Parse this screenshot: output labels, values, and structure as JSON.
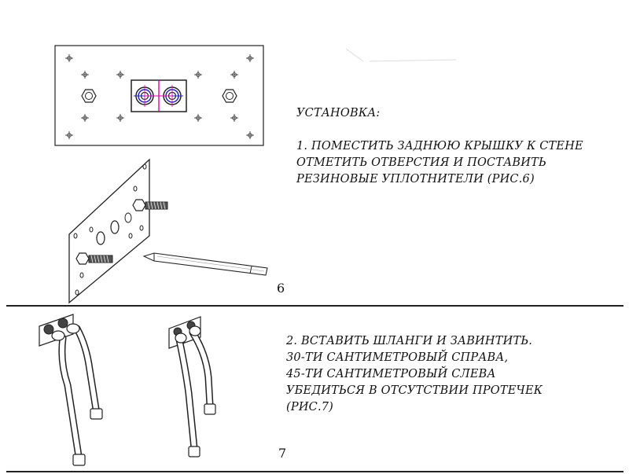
{
  "section1": {
    "heading": "УСТАНОВКА:",
    "lines": [
      "1. ПОМЕСТИТЬ ЗАДНЮЮ КРЫШКУ К СТЕНЕ",
      "ОТМЕТИТЬ ОТВЕРСТИЯ И ПОСТАВИТЬ",
      "РЕЗИНОВЫЕ УПЛОТНИТЕЛИ (РИС.6)"
    ],
    "figure_number": "6"
  },
  "section2": {
    "lines": [
      "2. ВСТАВИТЬ ШЛАНГИ И ЗАВИНТИТЬ.",
      "30-ТИ САНТИМЕТРОВЫЙ СПРАВА,",
      "45-ТИ САНТИМЕТРОВЫЙ СЛЕВА",
      "УБЕДИТЬСЯ В ОТСУТСТВИИ ПРОТЕЧЕК",
      "(РИС.7)"
    ],
    "figure_number": "7"
  },
  "colors": {
    "ink": "#111111",
    "outlet_blue": "#2020c0",
    "axis_magenta": "#e000a0"
  }
}
